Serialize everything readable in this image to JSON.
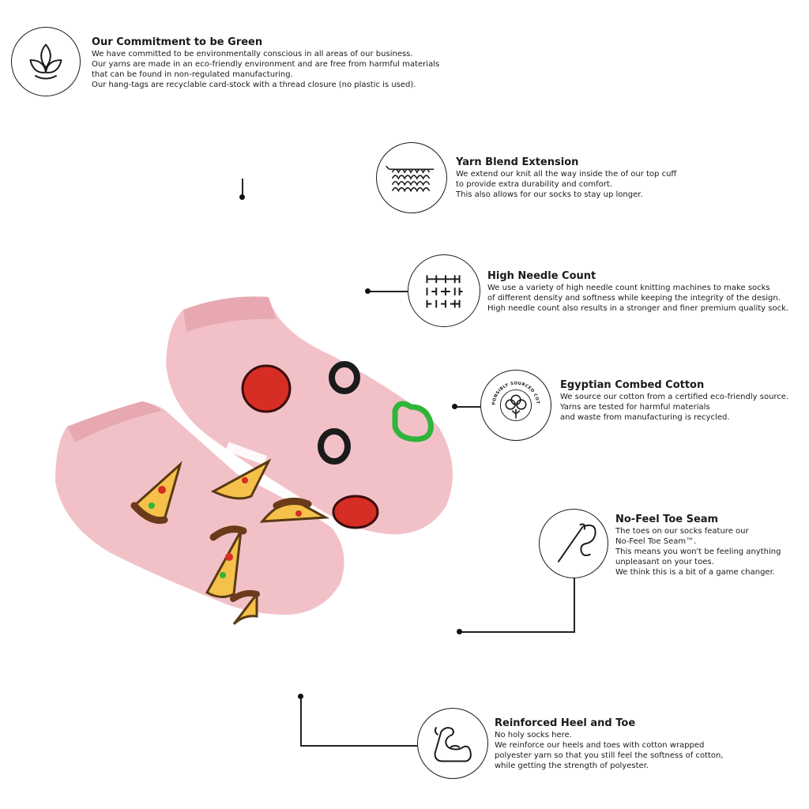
{
  "colors": {
    "ink": "#1a1a1a",
    "sock_pink": "#f2c1c8",
    "sock_pink_dark": "#e7a8b2",
    "pepperoni": "#d62d24",
    "olive": "#1b1b1b",
    "pepper": "#2fb53a"
  },
  "features": [
    {
      "icon": "leaf-icon",
      "title": "Our Commitment to be Green",
      "text": "We have committed to be environmentally conscious in all areas of our business.\nOur yarns are made in an eco-friendly environment and are free from harmful materials\nthat can be found in non-regulated manufacturing.\nOur hang-tags are recyclable card-stock with a thread closure (no plastic is used)."
    },
    {
      "icon": "knit-stitch-icon",
      "title": "Yarn Blend Extension",
      "text": "We extend our knit all the way inside the of our top cuff\nto provide extra durability and comfort.\nThis also allows for our socks to stay up longer."
    },
    {
      "icon": "needle-grid-icon",
      "title": "High Needle Count",
      "text": "We use a variety of high needle count knitting machines to make socks\nof different density and softness while keeping the integrity of the design.\nHigh needle count also results in a stronger and finer premium quality sock."
    },
    {
      "icon": "cotton-boll-icon",
      "title": "Egyptian Combed Cotton",
      "badge": "RESPONSIBLY SOURCED COTTON",
      "text": "We source our cotton from a certified eco-friendly source.\nYarns are tested for harmful materials\nand waste from manufacturing is recycled."
    },
    {
      "icon": "needle-thread-icon",
      "title": "No-Feel Toe Seam",
      "text": "The toes on our socks feature our\nNo-Feel Toe Seam™.\nThis means you won't be feeling anything\nunpleasant on your toes.\nWe think this is a bit of a game changer."
    },
    {
      "icon": "flexed-arm-icon",
      "title": "Reinforced Heel and Toe",
      "text": "No holy socks here.\nWe reinforce our heels and toes with cotton wrapped\npolyester yarn so that you still feel the softness of cotton,\nwhile getting the strength of polyester."
    }
  ]
}
